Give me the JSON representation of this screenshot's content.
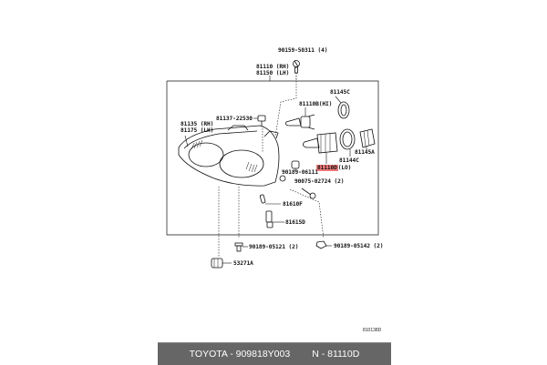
{
  "diagram": {
    "title": "Headlamp assembly parts diagram",
    "highlight_color": "#f07a7a",
    "labels": {
      "bolt_top": "90159-50311 (4)",
      "unit_rh": "81110 (RH)",
      "unit_lh": "81150 (LH)",
      "socket_c": "81145C",
      "bulb_hi": "81110B(HI)",
      "clip": "81137-22530",
      "lens_rh": "81135 (RH)",
      "lens_lh": "81175 (LH)",
      "bulb_lo_part": "81110D",
      "bulb_lo_suffix": "(LO)",
      "seal_c": "81144C",
      "socket_a": "81145A",
      "nut_1": "90189-06111",
      "screw_2": "90075-02724 (2)",
      "bulb_f": "81610F",
      "socket_d": "81615D",
      "nut_2": "90189-05121 (2)",
      "nut_3": "90189-05142 (2)",
      "adjuster": "53271A"
    },
    "reference_code": "810138D"
  },
  "footer": {
    "brand_part": "TOYOTA - 909818Y003",
    "diagram_ref": "N - 81110D"
  }
}
